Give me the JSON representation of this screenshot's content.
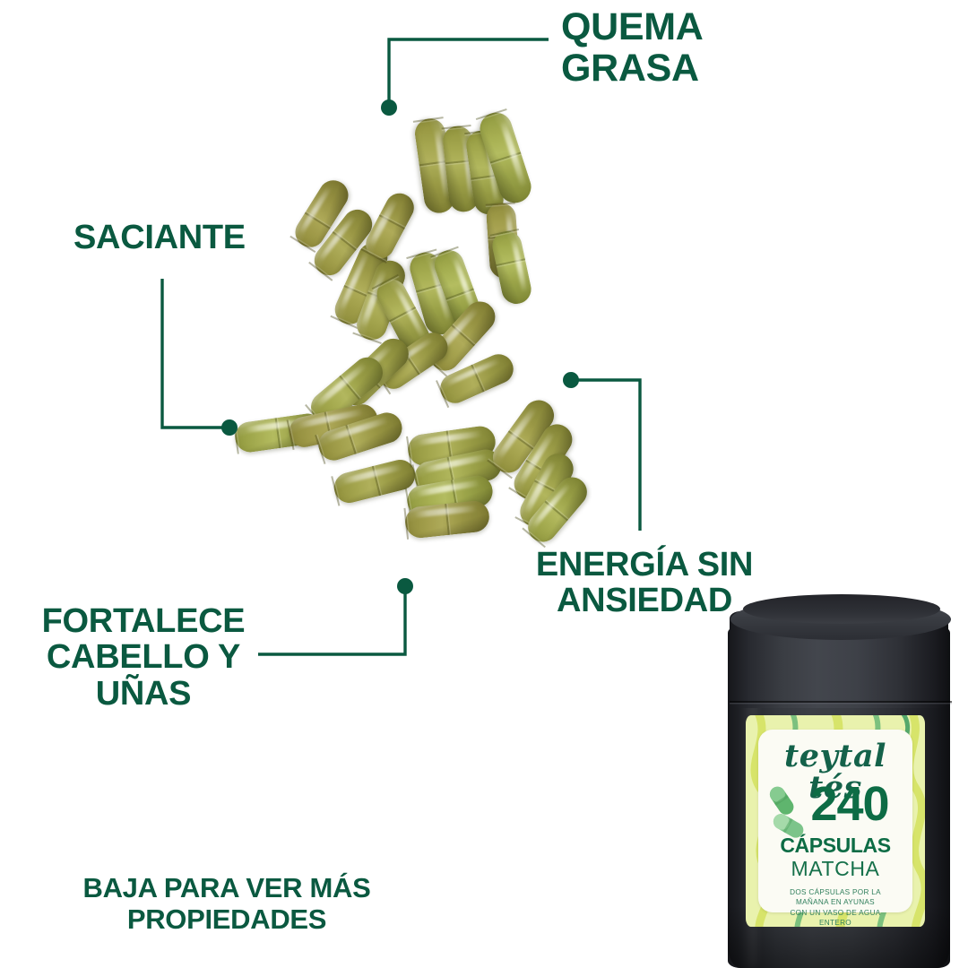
{
  "theme": {
    "brand_green": "#0a5940",
    "label_green": "#0d6c45",
    "label_bg": "#e9f2ad",
    "capsule_olive": "#9a9c46",
    "jar_black": "#2b2d33",
    "page_background": "#ffffff"
  },
  "callouts": [
    {
      "id": "quema-grasa",
      "text": "QUEMA\nGRASA"
    },
    {
      "id": "saciante",
      "text": "SACIANTE"
    },
    {
      "id": "energia-sin-ansiedad",
      "text": "ENERGÍA SIN\nANSIEDAD"
    },
    {
      "id": "fortalece-cabello-unas",
      "text": "FORTALECE\nCABELLO Y\nUÑAS"
    }
  ],
  "cta": {
    "text": "BAJA PARA VER MÁS\nPROPIEDADES"
  },
  "product": {
    "brand": "teytal tés",
    "count": "240",
    "unit": "CÁPSULAS",
    "flavor": "MATCHA",
    "directions": "DOS CÁPSULAS POR LA\nMAÑANA EN AYUNAS\nCON UN VASO DE AGUA\nENTERO"
  },
  "icons": {
    "capsule_pair": "capsule-pair-icon",
    "connector_dot": "connector-dot-icon"
  }
}
